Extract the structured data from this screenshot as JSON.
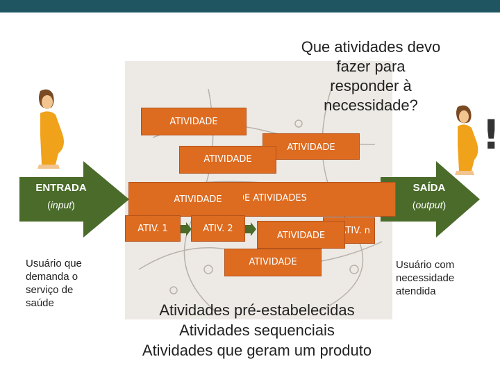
{
  "question": [
    "Que atividades devo",
    "fazer para",
    "responder à",
    "necessidade?"
  ],
  "boxes": {
    "atividade_top": "ATIVIDADE",
    "atividade_right": "ATIVIDADE",
    "atividade_mid": "ATIVIDADE",
    "atividade_main": "ATIVIDADE",
    "de_atividades": "DE ATIVIDADES",
    "ativ1": "ATIV. 1",
    "ativ2": "ATIV. 2",
    "ativ_n": "ATIV. n",
    "atividade_small": "ATIVIDADE",
    "atividade_bottom": "ATIVIDADE"
  },
  "entrada": {
    "title": "ENTRADA",
    "sub_prefix": "(",
    "sub_italic": "input",
    "sub_suffix": ")"
  },
  "saida": {
    "title": "SAÍDA",
    "sub_prefix": "(",
    "sub_italic": "output",
    "sub_suffix": ")"
  },
  "left_caption": [
    "Usuário que",
    "demanda o",
    "serviço de",
    "saúde"
  ],
  "right_caption": [
    "Usuário com",
    "necessidade",
    "atendida"
  ],
  "bottom_lines": [
    "Atividades pré-estabelecidas",
    "Atividades sequenciais",
    "Atividades que geram um produto"
  ],
  "exclamation": "!",
  "colors": {
    "topbar": "#1f5560",
    "arrow_green": "#4a6b2a",
    "box_orange": "#dd6b20"
  }
}
